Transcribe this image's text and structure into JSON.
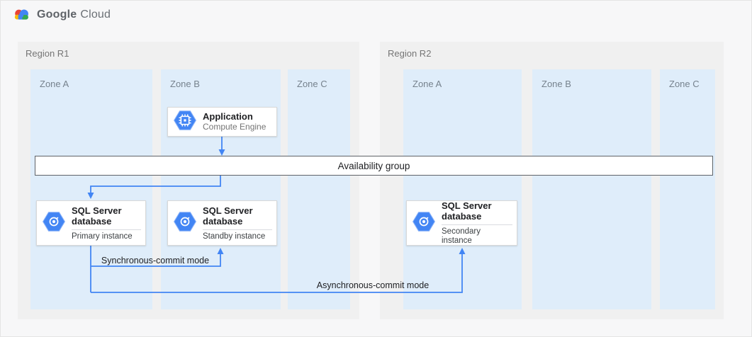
{
  "logo": {
    "brand": "Google",
    "product": "Cloud",
    "icon": "google-cloud-logo-icon"
  },
  "regions": [
    {
      "label": "Region R1",
      "zones": [
        {
          "label": "Zone A"
        },
        {
          "label": "Zone B"
        },
        {
          "label": "Zone C"
        }
      ]
    },
    {
      "label": "Region R2",
      "zones": [
        {
          "label": "Zone A"
        },
        {
          "label": "Zone B"
        },
        {
          "label": "Zone C"
        }
      ]
    }
  ],
  "nodes": {
    "application": {
      "title": "Application",
      "subtitle": "Compute Engine",
      "icon": "compute-engine-icon"
    },
    "availability_group": {
      "label": "Availability group"
    },
    "sql_primary": {
      "title": "SQL Server database",
      "instance": "Primary instance",
      "icon": "sql-server-instance-icon",
      "region": "Region R1",
      "zone": "Zone A"
    },
    "sql_standby": {
      "title": "SQL Server database",
      "instance": "Standby instance",
      "icon": "sql-server-instance-icon",
      "region": "Region R1",
      "zone": "Zone B"
    },
    "sql_secondary": {
      "title": "SQL Server database",
      "instance": "Secondary instance",
      "icon": "sql-server-instance-icon",
      "region": "Region R2",
      "zone": "Zone A"
    }
  },
  "edges": {
    "sync_label": "Synchronous-commit mode",
    "async_label": "Asynchronous-commit mode"
  },
  "colors": {
    "accent_blue": "#4285F4",
    "region_bg": "#F0F0F0",
    "zone_bg": "#DFEDFA",
    "availability_border": "#5F6368",
    "google_blue": "#4285F4",
    "google_red": "#EA4335",
    "google_yellow": "#FBBC05",
    "google_green": "#34A853"
  }
}
